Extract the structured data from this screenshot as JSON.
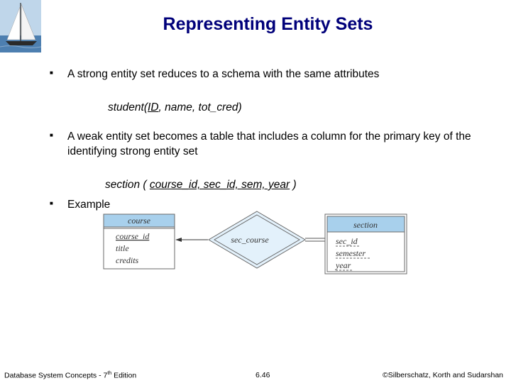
{
  "slide": {
    "title": "Representing Entity Sets",
    "bullet_glyph": "■",
    "bullets": [
      "A strong entity set reduces to a schema with the same attributes",
      "A weak entity set becomes a table that includes a column for the primary key of the identifying strong entity set",
      "Example"
    ],
    "schema_strong": {
      "relation": "student(",
      "key": "ID",
      "rest": ", name, tot_cred)"
    },
    "schema_weak": {
      "relation": "section ( ",
      "key": "course_id, sec_id, sem, year",
      "rest": " )"
    }
  },
  "diagram": {
    "entity_left": {
      "name": "course",
      "attributes": [
        "course_id",
        "title",
        "credits"
      ],
      "key": "course_id"
    },
    "relationship": {
      "name": "sec_course"
    },
    "entity_right": {
      "name": "section",
      "attributes": [
        "sec_id",
        "semester",
        "year"
      ]
    },
    "colors": {
      "header_fill": "#a8d0ec",
      "entity_border": "#6a6a6a",
      "diamond_fill": "#e3f1fb"
    }
  },
  "footer": {
    "left_prefix": "Database System Concepts - 7",
    "left_sup": "th",
    "left_suffix": " Edition",
    "center": "6.46",
    "right": "©Silberschatz, Korth and Sudarshan"
  },
  "icons": {
    "logo": "sailboat-logo"
  }
}
